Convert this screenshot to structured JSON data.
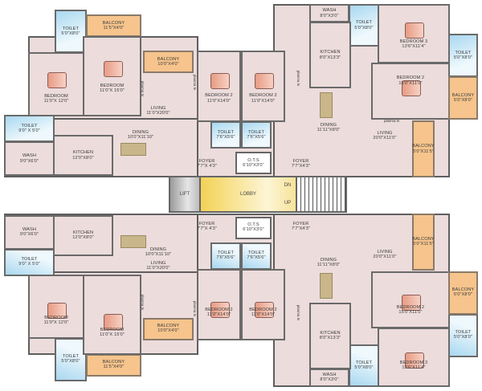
{
  "plasma_tv": "plasma tv",
  "core": {
    "lift": "LIFT",
    "lobby": "LOBBY",
    "dn": "DN",
    "up": "UP"
  },
  "ots": {
    "top": {
      "name": "O.T.S",
      "size": "6'10\"X3'0\""
    },
    "bottom": {
      "name": "O.T.S",
      "size": "6'10\"X3'0\""
    }
  },
  "colors": {
    "floor": "#ecdcdc",
    "walls": "#5e5e5e",
    "toilet": "#a9d8f0",
    "balcony": "#f6c48c",
    "lobby": "#f3d255"
  },
  "units": {
    "top_left": {
      "rooms": [
        {
          "name": "TOILET",
          "size": "5'0\"X8'0\""
        },
        {
          "name": "BALCONY",
          "size": "11'5\"X4'0\""
        },
        {
          "name": "BEDROOM",
          "size": "11'0\"X 12'0\""
        },
        {
          "name": "BEDROOM",
          "size": "11'0\"X 15'0\""
        },
        {
          "name": "BALCONY",
          "size": "10'0\"X4'0\""
        },
        {
          "name": "LIVING",
          "size": "11'0\"X20'0\""
        },
        {
          "name": "TOILET",
          "size": "9'0\" X 5'0\""
        },
        {
          "name": "WASH",
          "size": "9'0\"X6'0\""
        },
        {
          "name": "KITCHEN",
          "size": "12'0\"X8'0\""
        },
        {
          "name": "DINING",
          "size": "10'0\"X11'10\""
        },
        {
          "name": "FOYER",
          "size": "7'7\"X 4'3\""
        },
        {
          "name": "BEDROOM 2",
          "size": "11'0\"X14'0\""
        },
        {
          "name": "TOILET",
          "size": "7'6\"X5'6\""
        }
      ]
    },
    "top_right": {
      "rooms": [
        {
          "name": "WASH",
          "size": "8'0\"X3'0\""
        },
        {
          "name": "TOILET",
          "size": "5'0\"X8'0\""
        },
        {
          "name": "KITCHEN",
          "size": "8'0\"X13'3\""
        },
        {
          "name": "BEDROOM 3",
          "size": "13'6\"X11'4\""
        },
        {
          "name": "TOILET",
          "size": "5'0\"X8'0\""
        },
        {
          "name": "BEDROOM 2",
          "size": "15'0\"X11'0\""
        },
        {
          "name": "BALCONY",
          "size": "5'0\"X8'0\""
        },
        {
          "name": "DINING",
          "size": "11'11\"X8'0\""
        },
        {
          "name": "LIVING",
          "size": "20'0\"X11'0\""
        },
        {
          "name": "BALCONY",
          "size": "5'0\"X11'5\""
        },
        {
          "name": "BEDROOM 2",
          "size": "11'0\"X14'0\""
        },
        {
          "name": "TOILET",
          "size": "7'6\"X5'6\""
        },
        {
          "name": "FOYER",
          "size": "7'7\"X4'3\""
        }
      ]
    },
    "bottom_left": {
      "rooms": [
        {
          "name": "TOILET",
          "size": "5'0\"X8'0\""
        },
        {
          "name": "BALCONY",
          "size": "11'5\"X4'0\""
        },
        {
          "name": "BEDROOM",
          "size": "11'0\"X 12'0\""
        },
        {
          "name": "BEDROOM",
          "size": "11'0\"X 15'0\""
        },
        {
          "name": "BALCONY",
          "size": "10'0\"X4'0\""
        },
        {
          "name": "LIVING",
          "size": "11'0\"X20'0\""
        },
        {
          "name": "TOILET",
          "size": "9'0\" X 5'0\""
        },
        {
          "name": "WASH",
          "size": "9'0\"X6'0\""
        },
        {
          "name": "KITCHEN",
          "size": "12'0\"X8'0\""
        },
        {
          "name": "DINING",
          "size": "10'0\"X11'10\""
        },
        {
          "name": "FOYER",
          "size": "7'7\"X 4'3\""
        },
        {
          "name": "BEDROOM 2",
          "size": "11'0\"X14'0\""
        },
        {
          "name": "TOILET",
          "size": "7'6\"X5'6\""
        }
      ]
    },
    "bottom_right": {
      "rooms": [
        {
          "name": "WASH",
          "size": "8'0\"X3'0\""
        },
        {
          "name": "TOILET",
          "size": "5'0\"X8'0\""
        },
        {
          "name": "KITCHEN",
          "size": "8'0\"X13'3\""
        },
        {
          "name": "BEDROOM 3",
          "size": "13'6\"X11'4\""
        },
        {
          "name": "TOILET",
          "size": "5'0\"X8'0\""
        },
        {
          "name": "BEDROOM 2",
          "size": "15'0\"X11'0\""
        },
        {
          "name": "BALCONY",
          "size": "5'0\"X8'0\""
        },
        {
          "name": "DINING",
          "size": "11'11\"X8'0\""
        },
        {
          "name": "LIVING",
          "size": "20'0\"X11'0\""
        },
        {
          "name": "BALCONY",
          "size": "5'0\"X11'5\""
        },
        {
          "name": "BEDROOM 2",
          "size": "11'0\"X14'0\""
        },
        {
          "name": "TOILET",
          "size": "7'6\"X5'6\""
        },
        {
          "name": "FOYER",
          "size": "7'7\"X4'3\""
        }
      ]
    }
  }
}
